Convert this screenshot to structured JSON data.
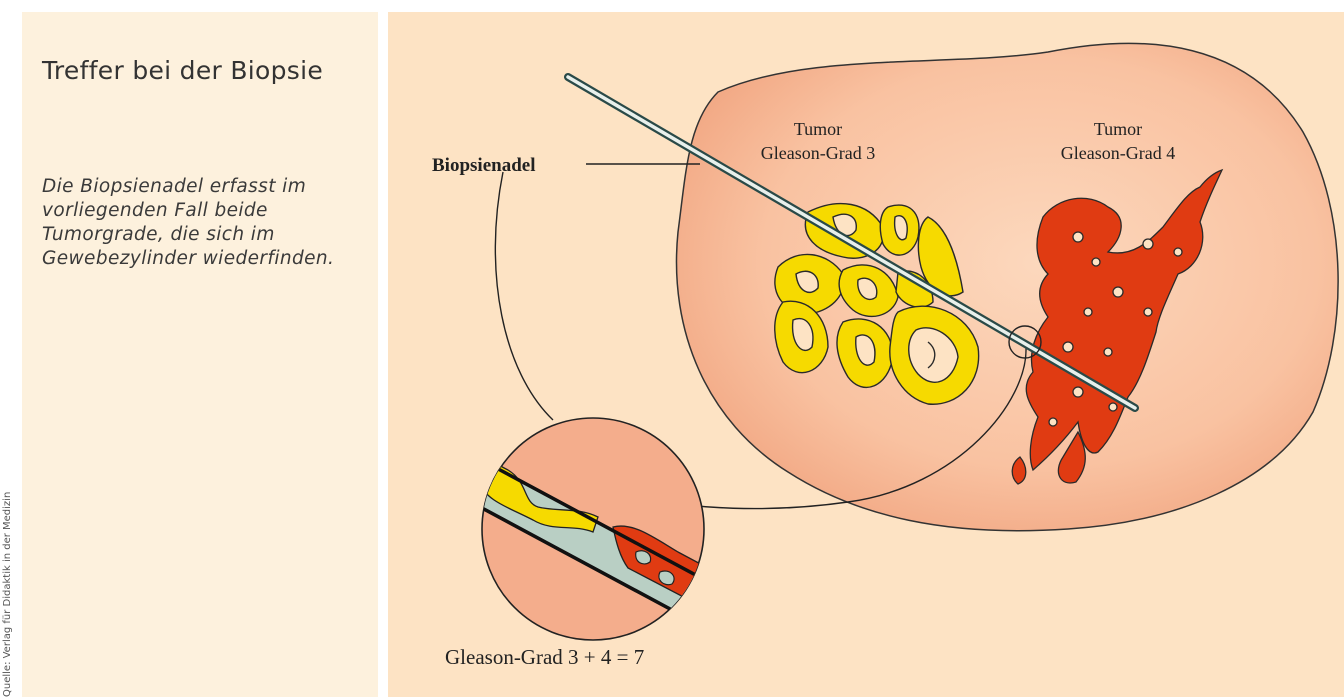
{
  "credit": "Quelle: Verlag für Didaktik in der Medizin",
  "panel": {
    "title": "Treffer bei der Biopsie",
    "description": "Die Biopsienadel erfasst im vorliegenden Fall beide Tumorgrade, die sich im Gewebezylinder wiederfinden."
  },
  "diagram": {
    "needle_label": "Biopsienadel",
    "tumor3": {
      "line1": "Tumor",
      "line2": "Gleason-Grad 3"
    },
    "tumor4": {
      "line1": "Tumor",
      "line2": "Gleason-Grad 4"
    },
    "result": "Gleason-Grad 3 + 4 = 7"
  },
  "colors": {
    "panel_left": "#fdf1dd",
    "panel_right": "#fde3c4",
    "organ": "#f7b48f",
    "grade3": "#f6da00",
    "grade4": "#e03b12",
    "needle_core": "#b9cfc4"
  }
}
